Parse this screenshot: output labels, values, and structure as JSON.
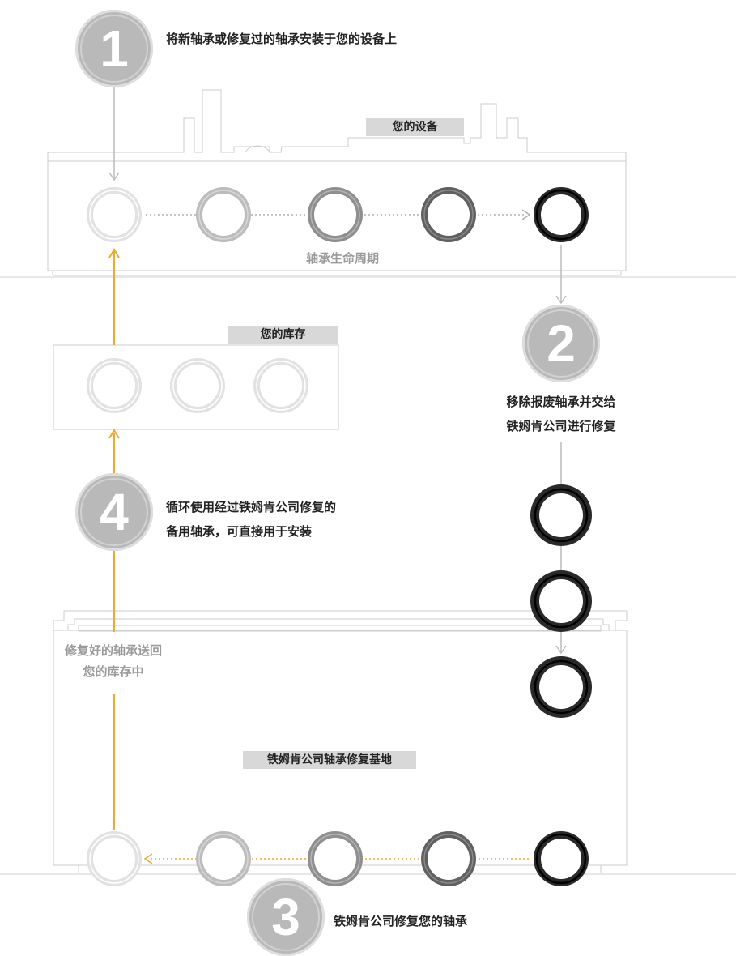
{
  "colors": {
    "orange": "#f2a72e",
    "ring_stage_1": "#e2e2e2",
    "ring_stage_2": "#bcbcbc",
    "ring_stage_3": "#8f8f8f",
    "ring_stage_4": "#606060",
    "ring_stage_5": "#2a2a2a"
  },
  "steps": [
    {
      "number": "1",
      "caption": "将新轴承或修复过的轴承安装于您的设备上"
    },
    {
      "number": "2",
      "caption_line1": "移除报废轴承并交给",
      "caption_line2": "铁姆肯公司进行修复"
    },
    {
      "number": "3",
      "caption": "铁姆肯公司修复您的轴承"
    },
    {
      "number": "4",
      "caption_line1": "循环使用经过铁姆肯公司修复的",
      "caption_line2": "备用轴承，可直接用于安装"
    }
  ],
  "labels": {
    "equipment": "您的设备",
    "lifecycle": "轴承生命周期",
    "inventory": "您的库存",
    "repair_base": "铁姆肯公司轴承修复基地",
    "return_line1": "修复好的轴承送回",
    "return_line2": "您的库存中"
  }
}
